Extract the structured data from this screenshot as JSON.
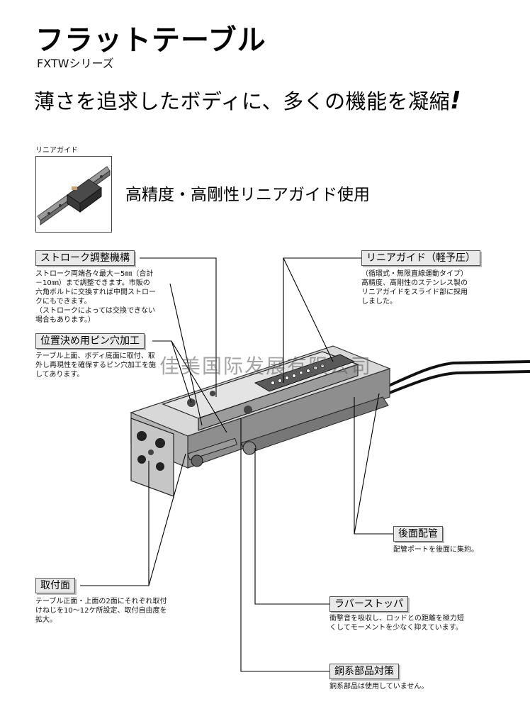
{
  "header": {
    "title": "フラットテーブル",
    "subtitle": "FXTWシリーズ",
    "headline": "薄さを追求したボディに、多くの機能を凝縮",
    "headline_mark": "!"
  },
  "linear_guide": {
    "caption": "リニアガイド",
    "heading": "高精度・高剛性リニアガイド使用"
  },
  "features": {
    "stroke": {
      "tag": "ストローク調整機構",
      "lines": [
        "ストローク両端各々最大－5㎜（合計",
        "－10㎜）まで調整できます。市販の",
        "六角ボルトに交換すれば中間ストロー",
        "クにもできます。",
        "（ストロークによっては交換できない",
        "場合もあります。）"
      ]
    },
    "pin": {
      "tag": "位置決め用ピン穴加工",
      "lines": [
        "テーブル上面、ボディ底面に取付、取",
        "外し再現性を確保するピン穴加工を施",
        "してあります。"
      ]
    },
    "guide": {
      "tag": "リニアガイド（軽予圧）",
      "lines": [
        "（循環式・無限直線運動タイプ）",
        "高精度、高剛性のステンレス製の",
        "リニアガイドをスライド部に採用",
        "しました。"
      ]
    },
    "rear": {
      "tag": "後面配管",
      "lines": [
        "配管ポートを後面に集約。"
      ]
    },
    "mount": {
      "tag": "取付面",
      "lines": [
        "テーブル正面・上面の2面にそれぞれ取付",
        "けねじを10～12ケ所設定、取付自由度を",
        "拡大。"
      ]
    },
    "rubber": {
      "tag": "ラバーストッパ",
      "lines": [
        "衝撃音を吸収し、ロッドとの距離を極力短",
        "くしてモーメントを少なく抑えています。"
      ]
    },
    "copper": {
      "tag": "銅系部品対策",
      "lines": [
        "銅系部品は使用していません。"
      ]
    }
  },
  "watermark": "佳美国际发展有限公司"
}
